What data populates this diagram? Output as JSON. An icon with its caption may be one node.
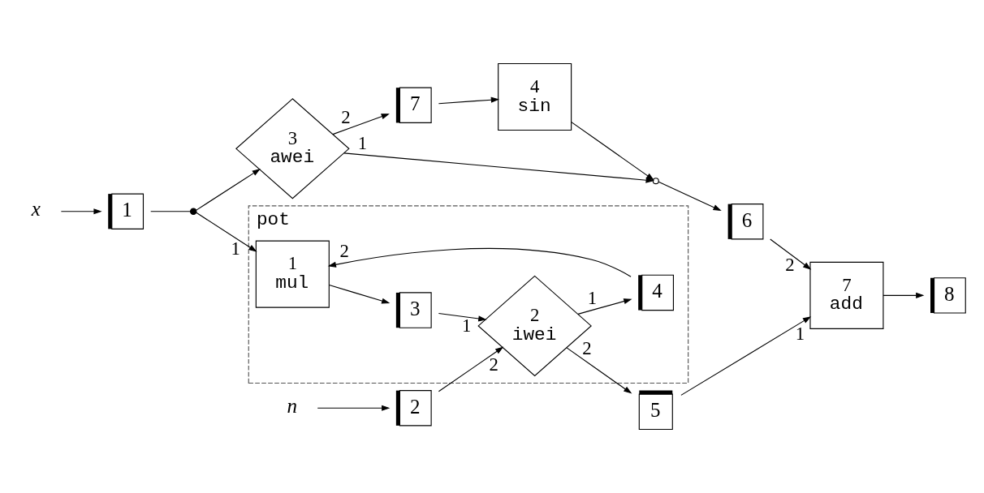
{
  "diagram": {
    "nodes": [
      {
        "text": [
          "pot"
        ]
      },
      {
        "text": [
          "1",
          "mul"
        ],
        "in": 0
      },
      {
        "text": [
          "4"
        ],
        "in": 0
      },
      {
        "text": [
          "3"
        ],
        "in": 0
      },
      {
        "text": [
          "2",
          "iwei"
        ],
        "in": 0
      },
      {
        "text": [
          "2"
        ]
      },
      {
        "text": [
          "n"
        ]
      },
      {
        "text": [
          "x"
        ]
      },
      {
        "text": [
          "1"
        ]
      },
      {
        "text": [],
        "shape": "dot"
      },
      {
        "text": [
          "3",
          "awei"
        ]
      },
      {
        "text": [
          "7"
        ]
      },
      {
        "text": [
          "4",
          "sin"
        ]
      },
      {
        "text": [],
        "shape": "circle"
      },
      {
        "text": [
          "5"
        ]
      },
      {
        "text": [
          "6"
        ]
      },
      {
        "text": [
          "7",
          "add"
        ]
      },
      {
        "text": [
          "8"
        ]
      }
    ],
    "edges": [
      {
        "from": 7,
        "to": 8,
        "arrow": "to"
      },
      {
        "from": 8,
        "to": 9,
        "arrow": "none"
      },
      {
        "from": 9,
        "to": 1,
        "arrow": "to",
        "label": "1"
      },
      {
        "from": 9,
        "to": 10,
        "arrow": "to"
      },
      {
        "from": 1,
        "to": 3,
        "arrow": "to"
      },
      {
        "from": 3,
        "to": 4,
        "arrow": "to",
        "label": "1"
      },
      {
        "from": 6,
        "to": 5,
        "arrow": "to"
      },
      {
        "from": 5,
        "to": 4,
        "arrow": "to",
        "label": "2"
      },
      {
        "from": 4,
        "to": 2,
        "arrow": "to",
        "label": "1"
      },
      {
        "from": 2,
        "to": 1,
        "arrow": "to",
        "label": "2"
      },
      {
        "from": 4,
        "to": 14,
        "arrow": "to",
        "label": "2"
      },
      {
        "from": 10,
        "to": 13,
        "arrow": "to",
        "label": "1"
      },
      {
        "from": 10,
        "to": 11,
        "arrow": "to",
        "label": "2"
      },
      {
        "from": 11,
        "to": 12,
        "arrow": "to"
      },
      {
        "from": 12,
        "to": 13,
        "arrow": "to"
      },
      {
        "from": 13,
        "to": 15,
        "arrow": "to"
      },
      {
        "from": 15,
        "to": 16,
        "arrow": "to",
        "label": "2"
      },
      {
        "from": 14,
        "to": 16,
        "arrow": "to",
        "label": "1"
      },
      {
        "from": 16,
        "to": 17,
        "arrow": "to"
      }
    ]
  }
}
